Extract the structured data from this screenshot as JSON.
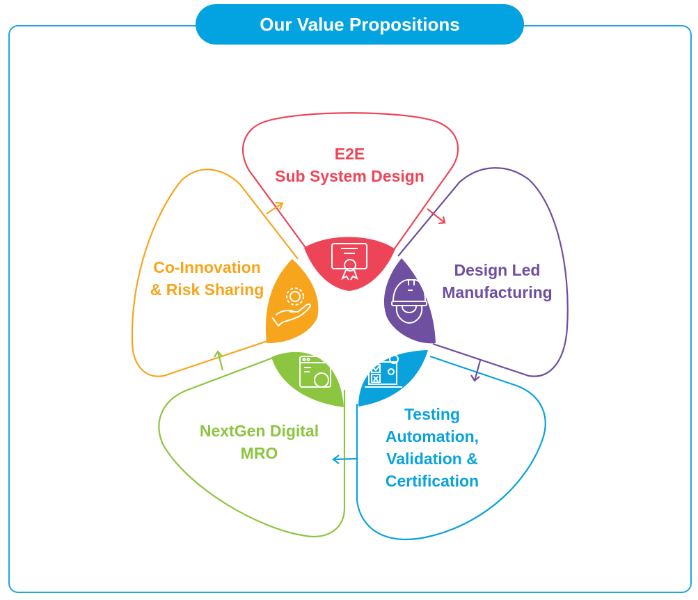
{
  "title": "Our Value Propositions",
  "colors": {
    "red": "#ee4458",
    "purple": "#6e4fa0",
    "blue": "#0aa2dc",
    "green": "#8cc53f",
    "orange": "#f7a51c"
  },
  "items": [
    {
      "line1": "E2E",
      "line2": "Sub System Design",
      "icon": "certificate-icon"
    },
    {
      "line1": "Design Led",
      "line2": "Manufacturing",
      "icon": "hard-hat-gear-icon"
    },
    {
      "line1": "Testing",
      "line2": "Automation,",
      "line3": "Validation &",
      "line4": "Certification",
      "icon": "test-checklist-gears-icon"
    },
    {
      "line1": "NextGen Digital",
      "line2": "MRO",
      "icon": "browser-gear-icon"
    },
    {
      "line1": "Co-Innovation",
      "line2": "& Risk Sharing",
      "icon": "hand-gear-icon"
    }
  ]
}
